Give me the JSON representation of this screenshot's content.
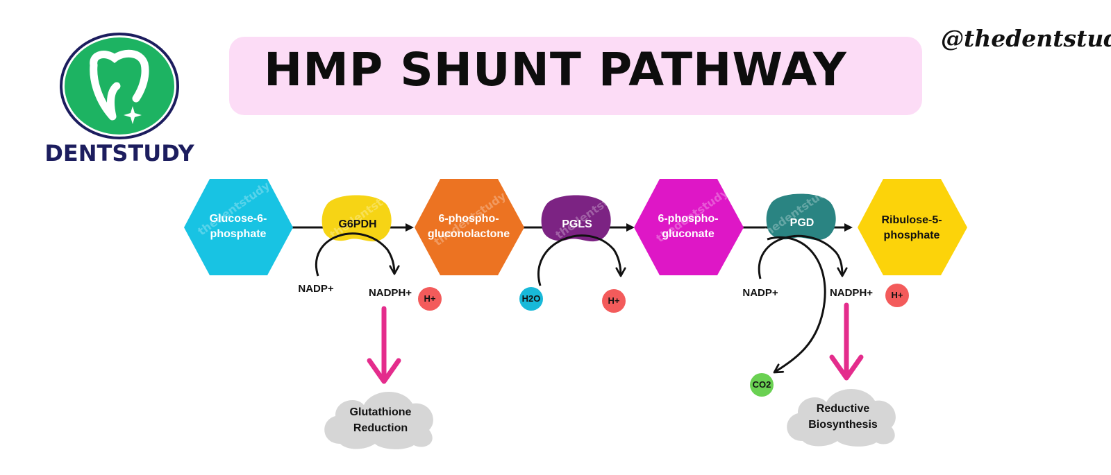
{
  "title": "HMP SHUNT PATHWAY",
  "handle": "@thedentstudy",
  "brand": {
    "name": "DENTSTUDY",
    "icon": "tooth-logo-icon"
  },
  "watermark": "thedentstudy",
  "colors": {
    "title_bg": "#fcdcf6",
    "glucose": "#18c3e3",
    "g6pdh": "#f6d415",
    "gluconolactone": "#ec7322",
    "pgls": "#7c2383",
    "gluconate": "#de17c6",
    "pgd": "#2a8482",
    "ribulose": "#fcd30a",
    "h_plus": "#f35b5b",
    "h2o": "#18b9d9",
    "co2": "#6ad152",
    "pink_arrow": "#e42c8c",
    "cloud": "#d6d6d6",
    "brand": "#1c1d5e",
    "logo_green": "#1db362"
  },
  "pathway": {
    "substrates": [
      {
        "line1": "Glucose-6-",
        "line2": "phosphate"
      },
      {
        "line1": "6-phospho-",
        "line2": "gluconolactone"
      },
      {
        "line1": "6-phospho-",
        "line2": "gluconate"
      },
      {
        "line1": "Ribulose-5-",
        "line2": "phosphate"
      }
    ],
    "enzymes": [
      "G6PDH",
      "PGLS",
      "PGD"
    ]
  },
  "cofactors": {
    "nadp_1": "NADP+",
    "nadph_1": "NADPH+",
    "h_1": "H+",
    "h2o": "H2O",
    "h_2": "H+",
    "nadp_2": "NADP+",
    "nadph_2": "NADPH+",
    "h_3": "H+",
    "co2": "CO2"
  },
  "outcomes": [
    {
      "line1": "Glutathione",
      "line2": "Reduction"
    },
    {
      "line1": "Reductive",
      "line2": "Biosynthesis"
    }
  ]
}
